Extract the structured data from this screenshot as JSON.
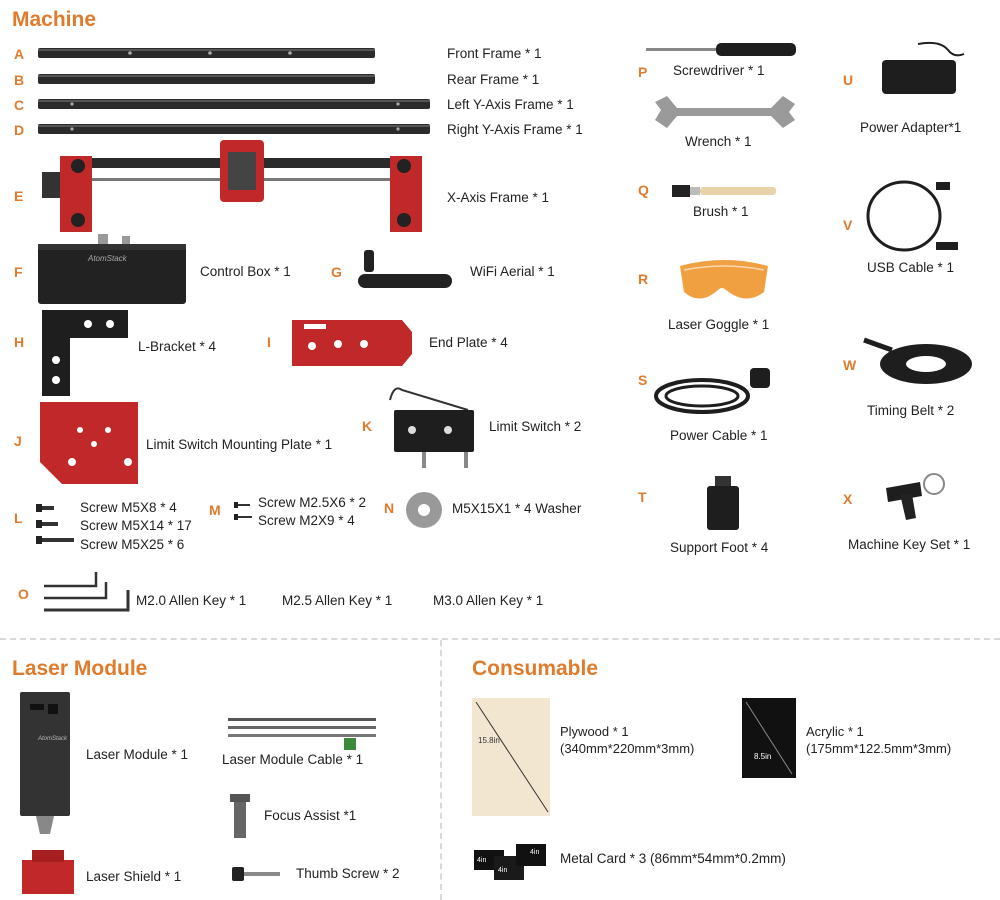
{
  "sections": {
    "machine": "Machine",
    "laser_module": "Laser Module",
    "consumable": "Consumable"
  },
  "machine_left": {
    "A": {
      "letter": "A",
      "label": "Front Frame * 1"
    },
    "B": {
      "letter": "B",
      "label": "Rear Frame * 1"
    },
    "C": {
      "letter": "C",
      "label": "Left Y-Axis Frame * 1"
    },
    "D": {
      "letter": "D",
      "label": "Right Y-Axis Frame * 1"
    },
    "E": {
      "letter": "E",
      "label": "X-Axis Frame * 1"
    },
    "F": {
      "letter": "F",
      "label": "Control Box * 1"
    },
    "G": {
      "letter": "G",
      "label": "WiFi Aerial * 1"
    },
    "H": {
      "letter": "H",
      "label": "L-Bracket * 4"
    },
    "I": {
      "letter": "I",
      "label": "End Plate * 4"
    },
    "J": {
      "letter": "J",
      "label": "Limit Switch Mounting Plate * 1"
    },
    "K": {
      "letter": "K",
      "label": "Limit Switch * 2"
    },
    "L": {
      "letter": "L",
      "labels": [
        "Screw M5X8 * 4",
        "Screw M5X14 * 17",
        "Screw M5X25 * 6"
      ]
    },
    "M": {
      "letter": "M",
      "labels": [
        "Screw M2.5X6 * 2",
        "Screw M2X9 * 4"
      ]
    },
    "N": {
      "letter": "N",
      "label": "M5X15X1 * 4 Washer"
    },
    "O": {
      "letter": "O",
      "labels": [
        "M2.0 Allen Key * 1",
        "M2.5 Allen Key * 1",
        "M3.0 Allen Key * 1"
      ]
    }
  },
  "machine_right": {
    "P": {
      "letter": "P",
      "label": "Screwdriver * 1"
    },
    "wrench": {
      "label": "Wrench * 1"
    },
    "Q": {
      "letter": "Q",
      "label": "Brush * 1"
    },
    "R": {
      "letter": "R",
      "label": "Laser Goggle * 1"
    },
    "S": {
      "letter": "S",
      "label": "Power Cable * 1"
    },
    "T": {
      "letter": "T",
      "label": "Support Foot * 4"
    },
    "U": {
      "letter": "U",
      "label": "Power Adapter*1"
    },
    "V": {
      "letter": "V",
      "label": "USB Cable * 1"
    },
    "W": {
      "letter": "W",
      "label": "Timing Belt * 2"
    },
    "X": {
      "letter": "X",
      "label": "Machine Key Set * 1"
    }
  },
  "laser_module": {
    "module": "Laser Module * 1",
    "cable": "Laser Module Cable * 1",
    "focus": "Focus Assist *1",
    "shield": "Laser Shield * 1",
    "thumb": "Thumb Screw * 2",
    "brand": "AtomStack"
  },
  "consumable": {
    "plywood": {
      "label": "Plywood * 1",
      "size": "(340mm*220mm*3mm)",
      "mark": "15.8in"
    },
    "acrylic": {
      "label": "Acrylic * 1",
      "size": "(175mm*122.5mm*3mm)",
      "mark": "8.5in"
    },
    "metal": {
      "label": "Metal Card * 3 (86mm*54mm*0.2mm)",
      "marks": [
        "4in",
        "4in",
        "4in"
      ]
    }
  },
  "colors": {
    "accent": "#e07b2c",
    "part_red": "#c0282a",
    "part_dark": "#2a2a2a"
  }
}
